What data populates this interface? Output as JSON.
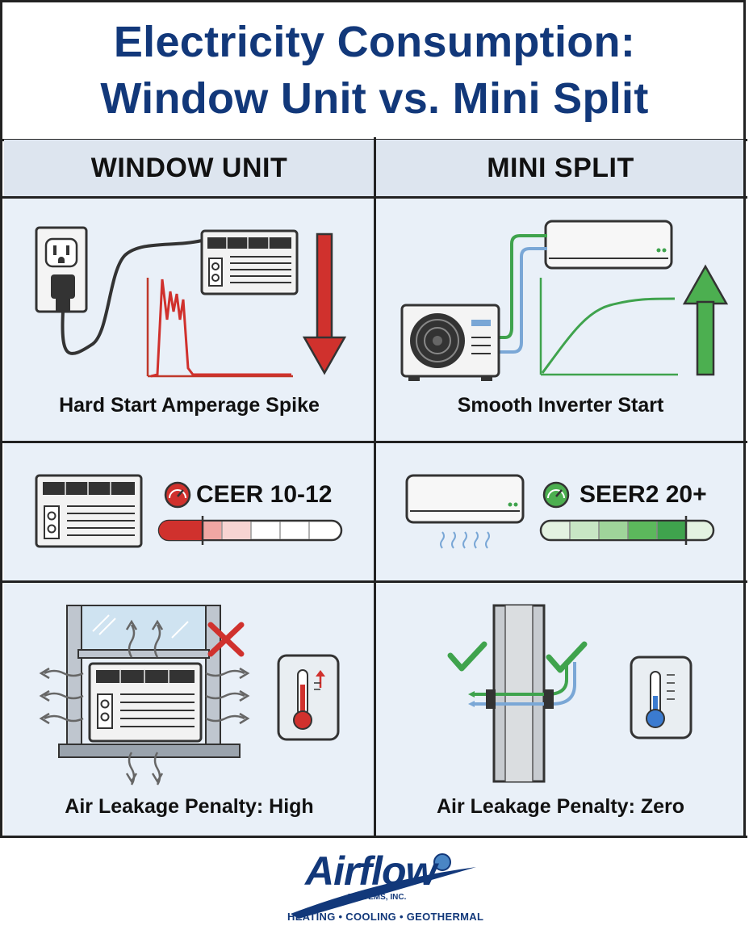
{
  "title": {
    "line1": "Electricity Consumption:",
    "line2": "Window Unit vs. Mini Split"
  },
  "columns": {
    "left": "WINDOW UNIT",
    "right": "MINI SPLIT"
  },
  "rows": {
    "startup": {
      "left_caption": "Hard Start Amperage Spike",
      "right_caption": "Smooth Inverter Start"
    },
    "efficiency": {
      "left_rating": "CEER 10-12",
      "right_rating": "SEER2 20+"
    },
    "leakage": {
      "left_caption": "Air Leakage Penalty: High",
      "right_caption": "Air Leakage Penalty: Zero"
    }
  },
  "logo": {
    "name": "Airflow",
    "company": "SYSTEMS, INC.",
    "tagline": "HEATING • COOLING • GEOTHERMAL"
  },
  "colors": {
    "title_blue": "#12387a",
    "red": "#d0312d",
    "green": "#3fa34d",
    "cell_bg": "#e9f0f8",
    "header_bg": "#dde5ef"
  }
}
